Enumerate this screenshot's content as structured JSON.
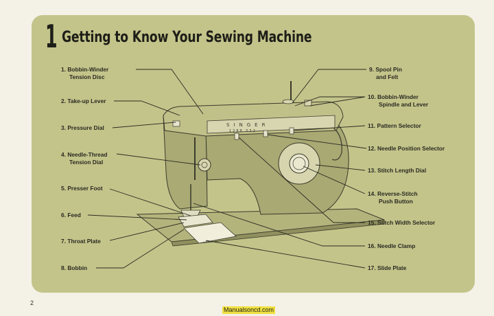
{
  "page": {
    "chapter_number": "1",
    "title": "Getting to Know Your Sewing Machine",
    "page_number": "2",
    "source": "Manualsoncd.com"
  },
  "machine": {
    "brand": "SINGER",
    "model_text": "1288 552"
  },
  "left_labels": [
    {
      "num": "1.",
      "line1": "Bobbin-Winder",
      "line2": "Tension Disc"
    },
    {
      "num": "2.",
      "line1": "Take-up Lever",
      "line2": ""
    },
    {
      "num": "3.",
      "line1": "Pressure Dial",
      "line2": ""
    },
    {
      "num": "4.",
      "line1": "Needle-Thread",
      "line2": "Tension Dial"
    },
    {
      "num": "5.",
      "line1": "Presser Foot",
      "line2": ""
    },
    {
      "num": "6.",
      "line1": "Feed",
      "line2": ""
    },
    {
      "num": "7.",
      "line1": "Throat Plate",
      "line2": ""
    },
    {
      "num": "8.",
      "line1": "Bobbin",
      "line2": ""
    }
  ],
  "right_labels": [
    {
      "num": "9.",
      "line1": "Spool Pin",
      "line2": "and Felt"
    },
    {
      "num": "10.",
      "line1": "Bobbin-Winder",
      "line2": "Spindle and Lever"
    },
    {
      "num": "11.",
      "line1": "Pattern Selector",
      "line2": ""
    },
    {
      "num": "12.",
      "line1": "Needle Position Selector",
      "line2": ""
    },
    {
      "num": "13.",
      "line1": "Stitch Length Dial",
      "line2": ""
    },
    {
      "num": "14.",
      "line1": "Reverse-Stitch",
      "line2": "Push Button"
    },
    {
      "num": "15.",
      "line1": "Stitch Width Selector",
      "line2": ""
    },
    {
      "num": "16.",
      "line1": "Needle Clamp",
      "line2": ""
    },
    {
      "num": "17.",
      "line1": "Slide Plate",
      "line2": ""
    }
  ]
}
